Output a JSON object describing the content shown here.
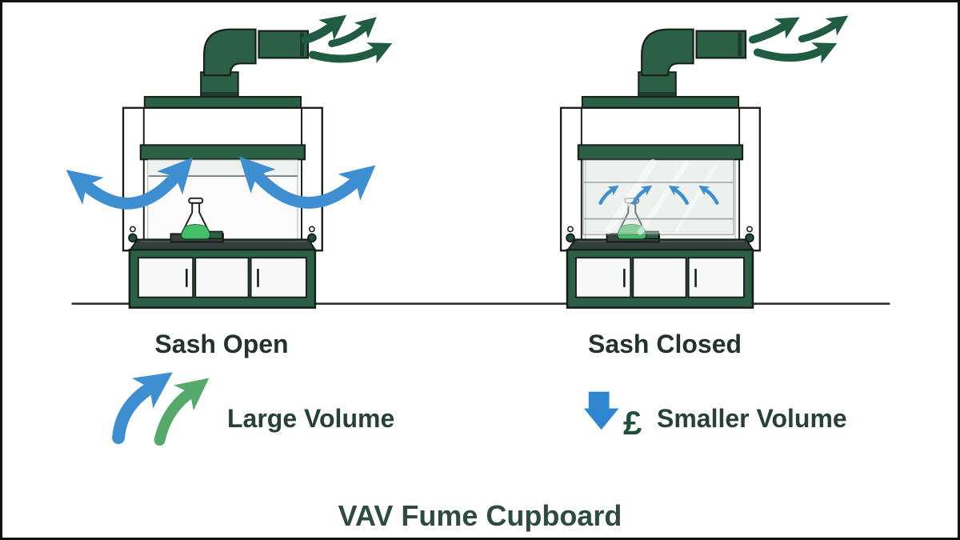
{
  "title": "VAV Fume Cupboard",
  "left_panel": {
    "caption": "Sash Open",
    "legend": {
      "label": "Large Volume",
      "icons": [
        "blue-curved-up-arrow-icon",
        "green-curved-up-arrow-icon"
      ]
    },
    "hood_icons": [
      "exhaust-duct-icon",
      "exhaust-airflow-arrows-icon",
      "intake-airflow-arrows-icon",
      "flask-icon"
    ]
  },
  "right_panel": {
    "caption": "Sash Closed",
    "legend": {
      "label": "Smaller Volume",
      "currency_symbol": "£",
      "icons": [
        "blue-down-arrow-icon",
        "pound-symbol"
      ]
    },
    "hood_icons": [
      "exhaust-duct-icon",
      "exhaust-airflow-arrows-icon",
      "containment-airflow-arrows-icon",
      "flask-icon",
      "closed-sash-glass"
    ]
  },
  "colors": {
    "duct_green": "#2b6047",
    "exhaust_arrow_green": "#1f5c42",
    "airflow_blue": "#3e8ed2",
    "down_arrow_blue": "#2e86d1",
    "legend_green_arrow": "#55a96a",
    "flask_liquid_green": "#45c069",
    "outline_dark": "#182019",
    "caption_color": "#22332b",
    "legend_label_color": "#27413a",
    "pound_color": "#1c5038",
    "title_color": "#2d4b3e",
    "frame_border": "#101410"
  }
}
